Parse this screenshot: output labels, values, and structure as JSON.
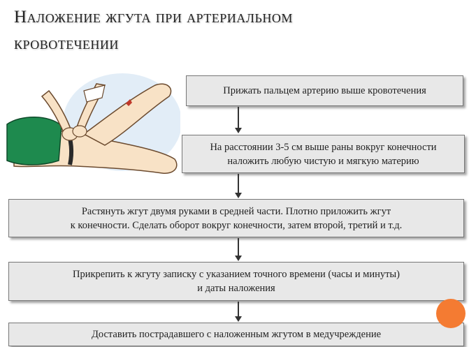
{
  "title": {
    "line1": "Наложение жгута при артериальном",
    "line2": "кровотечении"
  },
  "steps": [
    {
      "lines": [
        "Прижать пальцем артерию выше кровотечения"
      ]
    },
    {
      "lines": [
        "На расстоянии 3-5 см выше раны вокруг конечности",
        "наложить любую чистую и мягкую материю"
      ]
    },
    {
      "lines": [
        "Растянуть жгут двумя руками в средней части. Плотно приложить жгут",
        "к конечности. Сделать оборот вокруг конечности, затем второй, третий и т.д."
      ]
    },
    {
      "lines": [
        "Прикрепить к жгуту записку с указанием точного времени (часы и минуты)",
        "и даты наложения"
      ]
    },
    {
      "lines": [
        "Доставить пострадавшего с наложенным жгутом в медучреждение"
      ]
    }
  ],
  "colors": {
    "box_fill": "#e8e8e8",
    "skin": "#f8e2c6",
    "shorts": "#1e8a4e",
    "badge": "#f47b32"
  }
}
